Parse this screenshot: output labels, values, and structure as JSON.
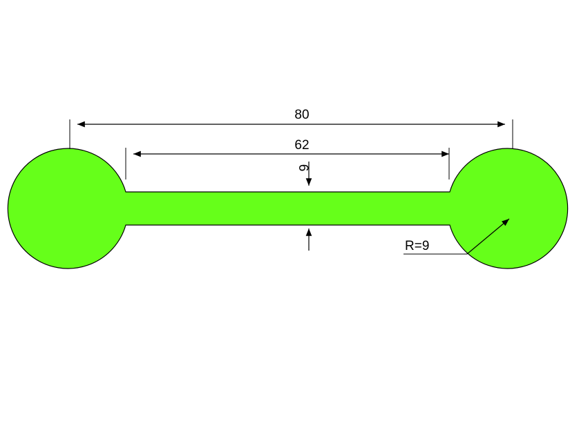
{
  "diagram": {
    "shape_fill": "#66ff1a",
    "outline_color": "#000000",
    "dimensions": {
      "overall_length": "80",
      "bar_length": "62",
      "bar_width": "6",
      "end_radius": "R=9"
    }
  }
}
